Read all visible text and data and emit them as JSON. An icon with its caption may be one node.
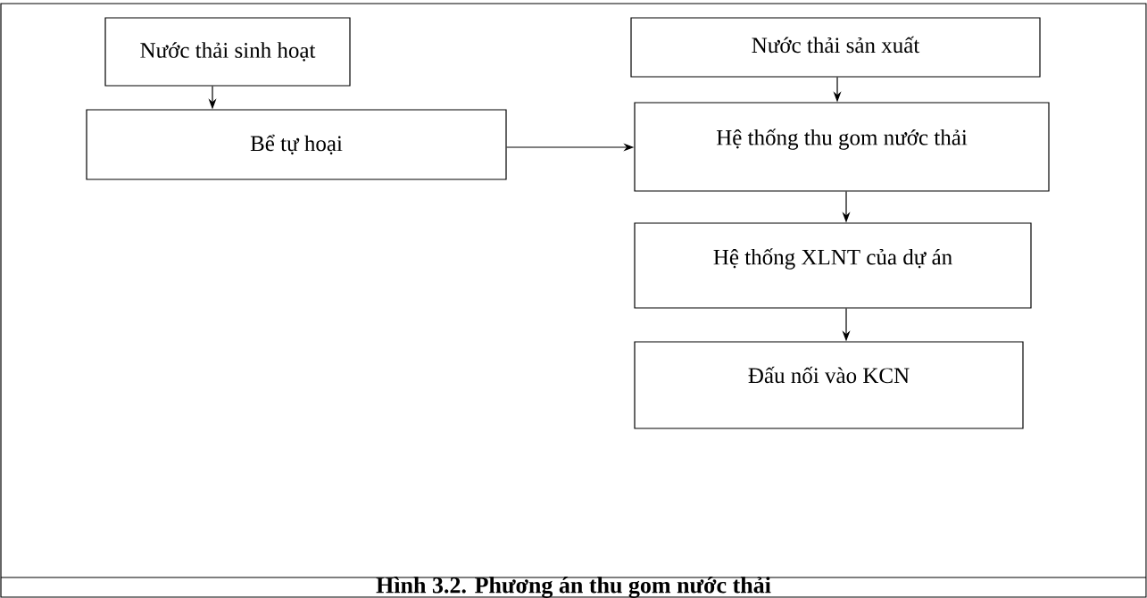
{
  "diagram": {
    "caption": "Hình 3.2. Phương án thu gom nước thải",
    "nodes": [
      {
        "text": [
          "Nước thải sinh hoạt"
        ]
      },
      {
        "text": [
          "Bể tự hoại"
        ]
      },
      {
        "text": [
          "Nước thải sản xuất"
        ]
      },
      {
        "text": [
          "Hệ thống thu gom nước thải"
        ]
      },
      {
        "text": [
          "Hệ thống XLNT của dự án"
        ]
      },
      {
        "text": [
          "Đấu nối vào KCN"
        ]
      }
    ],
    "edges": [
      {
        "from": 0,
        "to": 1,
        "arrow": "to"
      },
      {
        "from": 2,
        "to": 3,
        "arrow": "to"
      },
      {
        "from": 1,
        "to": 3,
        "arrow": "to"
      },
      {
        "from": 3,
        "to": 4,
        "arrow": "to"
      },
      {
        "from": 4,
        "to": 5,
        "arrow": "to"
      }
    ]
  }
}
